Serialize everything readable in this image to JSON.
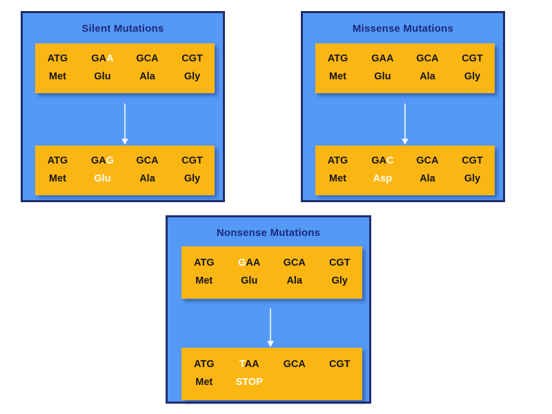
{
  "panels": [
    {
      "id": "silent",
      "title": "Silent Mutations",
      "arrow": "down-arrow",
      "before": {
        "dna": [
          {
            "text": "ATG",
            "highlight": ""
          },
          {
            "text": "GAA",
            "highlight": "A",
            "highlight_index": 2
          },
          {
            "text": "GCA",
            "highlight": ""
          },
          {
            "text": "CGT",
            "highlight": ""
          }
        ],
        "protein": [
          {
            "text": "Met",
            "highlighted": false
          },
          {
            "text": "Glu",
            "highlighted": false
          },
          {
            "text": "Ala",
            "highlighted": false
          },
          {
            "text": "Gly",
            "highlighted": false
          }
        ]
      },
      "after": {
        "dna": [
          {
            "text": "ATG",
            "highlight": ""
          },
          {
            "text": "GAG",
            "highlight": "G",
            "highlight_index": 2
          },
          {
            "text": "GCA",
            "highlight": ""
          },
          {
            "text": "CGT",
            "highlight": ""
          }
        ],
        "protein": [
          {
            "text": "Met",
            "highlighted": false
          },
          {
            "text": "Glu",
            "highlighted": true
          },
          {
            "text": "Ala",
            "highlighted": false
          },
          {
            "text": "Gly",
            "highlighted": false
          }
        ]
      }
    },
    {
      "id": "missense",
      "title": "Missense Mutations",
      "arrow": "down-arrow",
      "before": {
        "dna": [
          {
            "text": "ATG",
            "highlight": ""
          },
          {
            "text": "GAA",
            "highlight": ""
          },
          {
            "text": "GCA",
            "highlight": ""
          },
          {
            "text": "CGT",
            "highlight": ""
          }
        ],
        "protein": [
          {
            "text": "Met",
            "highlighted": false
          },
          {
            "text": "Glu",
            "highlighted": false
          },
          {
            "text": "Ala",
            "highlighted": false
          },
          {
            "text": "Gly",
            "highlighted": false
          }
        ]
      },
      "after": {
        "dna": [
          {
            "text": "ATG",
            "highlight": ""
          },
          {
            "text": "GAC",
            "highlight": "C",
            "highlight_index": 2
          },
          {
            "text": "GCA",
            "highlight": ""
          },
          {
            "text": "CGT",
            "highlight": ""
          }
        ],
        "protein": [
          {
            "text": "Met",
            "highlighted": false
          },
          {
            "text": "Asp",
            "highlighted": true
          },
          {
            "text": "Ala",
            "highlighted": false
          },
          {
            "text": "Gly",
            "highlighted": false
          }
        ]
      }
    },
    {
      "id": "nonsense",
      "title": "Nonsense Mutations",
      "arrow": "down-arrow",
      "before": {
        "dna": [
          {
            "text": "ATG",
            "highlight": ""
          },
          {
            "text": "GAA",
            "highlight": "G",
            "highlight_index": 0
          },
          {
            "text": "GCA",
            "highlight": ""
          },
          {
            "text": "CGT",
            "highlight": ""
          }
        ],
        "protein": [
          {
            "text": "Met",
            "highlighted": false
          },
          {
            "text": "Glu",
            "highlighted": false
          },
          {
            "text": "Ala",
            "highlighted": false
          },
          {
            "text": "Gly",
            "highlighted": false
          }
        ]
      },
      "after": {
        "dna": [
          {
            "text": "ATG",
            "highlight": ""
          },
          {
            "text": "TAA",
            "highlight": "T",
            "highlight_index": 0
          },
          {
            "text": "GCA",
            "highlight": ""
          },
          {
            "text": "CGT",
            "highlight": ""
          }
        ],
        "protein": [
          {
            "text": "Met",
            "highlighted": false
          },
          {
            "text": "STOP",
            "highlighted": true
          },
          {
            "text": "",
            "highlighted": false
          },
          {
            "text": "",
            "highlighted": false
          }
        ]
      }
    }
  ],
  "colors": {
    "panel_background": "#5599f7",
    "panel_border": "#1f2d6b",
    "codon_box": "#fcb614",
    "title_text": "#1a2a7a",
    "codon_text": "#141414",
    "highlight_text": "#fffdf0",
    "arrow": "#eef4ff",
    "page_background": "#ffffff"
  }
}
